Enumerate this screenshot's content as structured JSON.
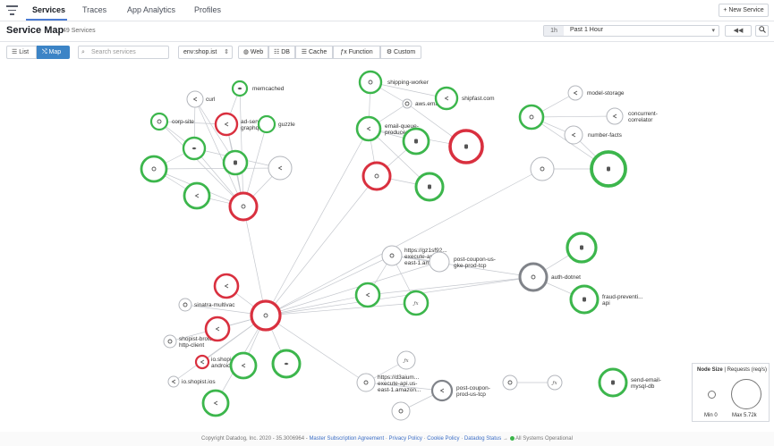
{
  "topnav": {
    "tabs": [
      {
        "label": "Services"
      },
      {
        "label": "Traces"
      },
      {
        "label": "App Analytics"
      },
      {
        "label": "Profiles"
      }
    ],
    "new_service": "+ New Service"
  },
  "header": {
    "title": "Service Map",
    "count": "49 Services",
    "time_pill": "1h",
    "time_range": "Past 1 Hour"
  },
  "toolbar": {
    "list_label": "List",
    "map_label": "Map",
    "search_placeholder": "Search services",
    "env_value": "env:shop.ist",
    "types": [
      "Web",
      "DB",
      "Cache",
      "Function",
      "Custom"
    ]
  },
  "map": {
    "colors": {
      "healthy": "#3cb64c",
      "error": "#d9303f",
      "neutral": "#b3b6bc",
      "warning": "#808389"
    },
    "nodes": [
      {
        "id": "curl",
        "label": "curl"
      },
      {
        "id": "memcached",
        "label": "memcached"
      },
      {
        "id": "corp-site",
        "label": "corp-site"
      },
      {
        "id": "ad-server-graphql",
        "label": "ad-server-\ngraphql"
      },
      {
        "id": "guzzle",
        "label": "guzzle"
      },
      {
        "id": "shipping-worker",
        "label": "shipping-worker"
      },
      {
        "id": "aws-email",
        "label": "aws.email"
      },
      {
        "id": "shipfast",
        "label": "shipfast.com"
      },
      {
        "id": "email-queue",
        "label": "email-queue-\nproducer"
      },
      {
        "id": "model-storage",
        "label": "model-storage"
      },
      {
        "id": "concurrent-correlator",
        "label": "concurrent-\ncorrelator"
      },
      {
        "id": "number-facts",
        "label": "number-facts"
      },
      {
        "id": "sinatra",
        "label": "sinatra-multivac"
      },
      {
        "id": "shopist-browser",
        "label": "shopist-browser-\nhttp-client"
      },
      {
        "id": "io-shopist-android",
        "label": "io.shopist.\nandroid"
      },
      {
        "id": "io-shopist-ios",
        "label": "io.shopist.ios"
      },
      {
        "id": "gz1sf92",
        "label": "https://gz1sf92...\nexecute-api.us-\neast-1.amazon..."
      },
      {
        "id": "post-coupon-gke",
        "label": "post-coupon-us-\ngke-prod-tcp"
      },
      {
        "id": "auth-dotnet",
        "label": "auth-dotnet"
      },
      {
        "id": "fraud-prevention",
        "label": "fraud-preventi...\napi"
      },
      {
        "id": "d3aium",
        "label": "https://d3aium...\nexecute-api.us-\neast-1.amazon..."
      },
      {
        "id": "post-coupon-prod",
        "label": "post-coupon-\nprod-us-tcp"
      },
      {
        "id": "send-email",
        "label": "send-email-\nmysql-db"
      }
    ]
  },
  "legend": {
    "title": "Node Size",
    "metric": "Requests (req/s)",
    "min": "Min 0",
    "max": "Max 5.72k"
  },
  "footer": {
    "copyright": "Copyright Datadog, Inc. 2020 - 35.3006964 -",
    "links": [
      "Master Subscription Agreement",
      "Privacy Policy",
      "Cookie Policy",
      "Datadog Status"
    ],
    "status": "All Systems Operational"
  }
}
